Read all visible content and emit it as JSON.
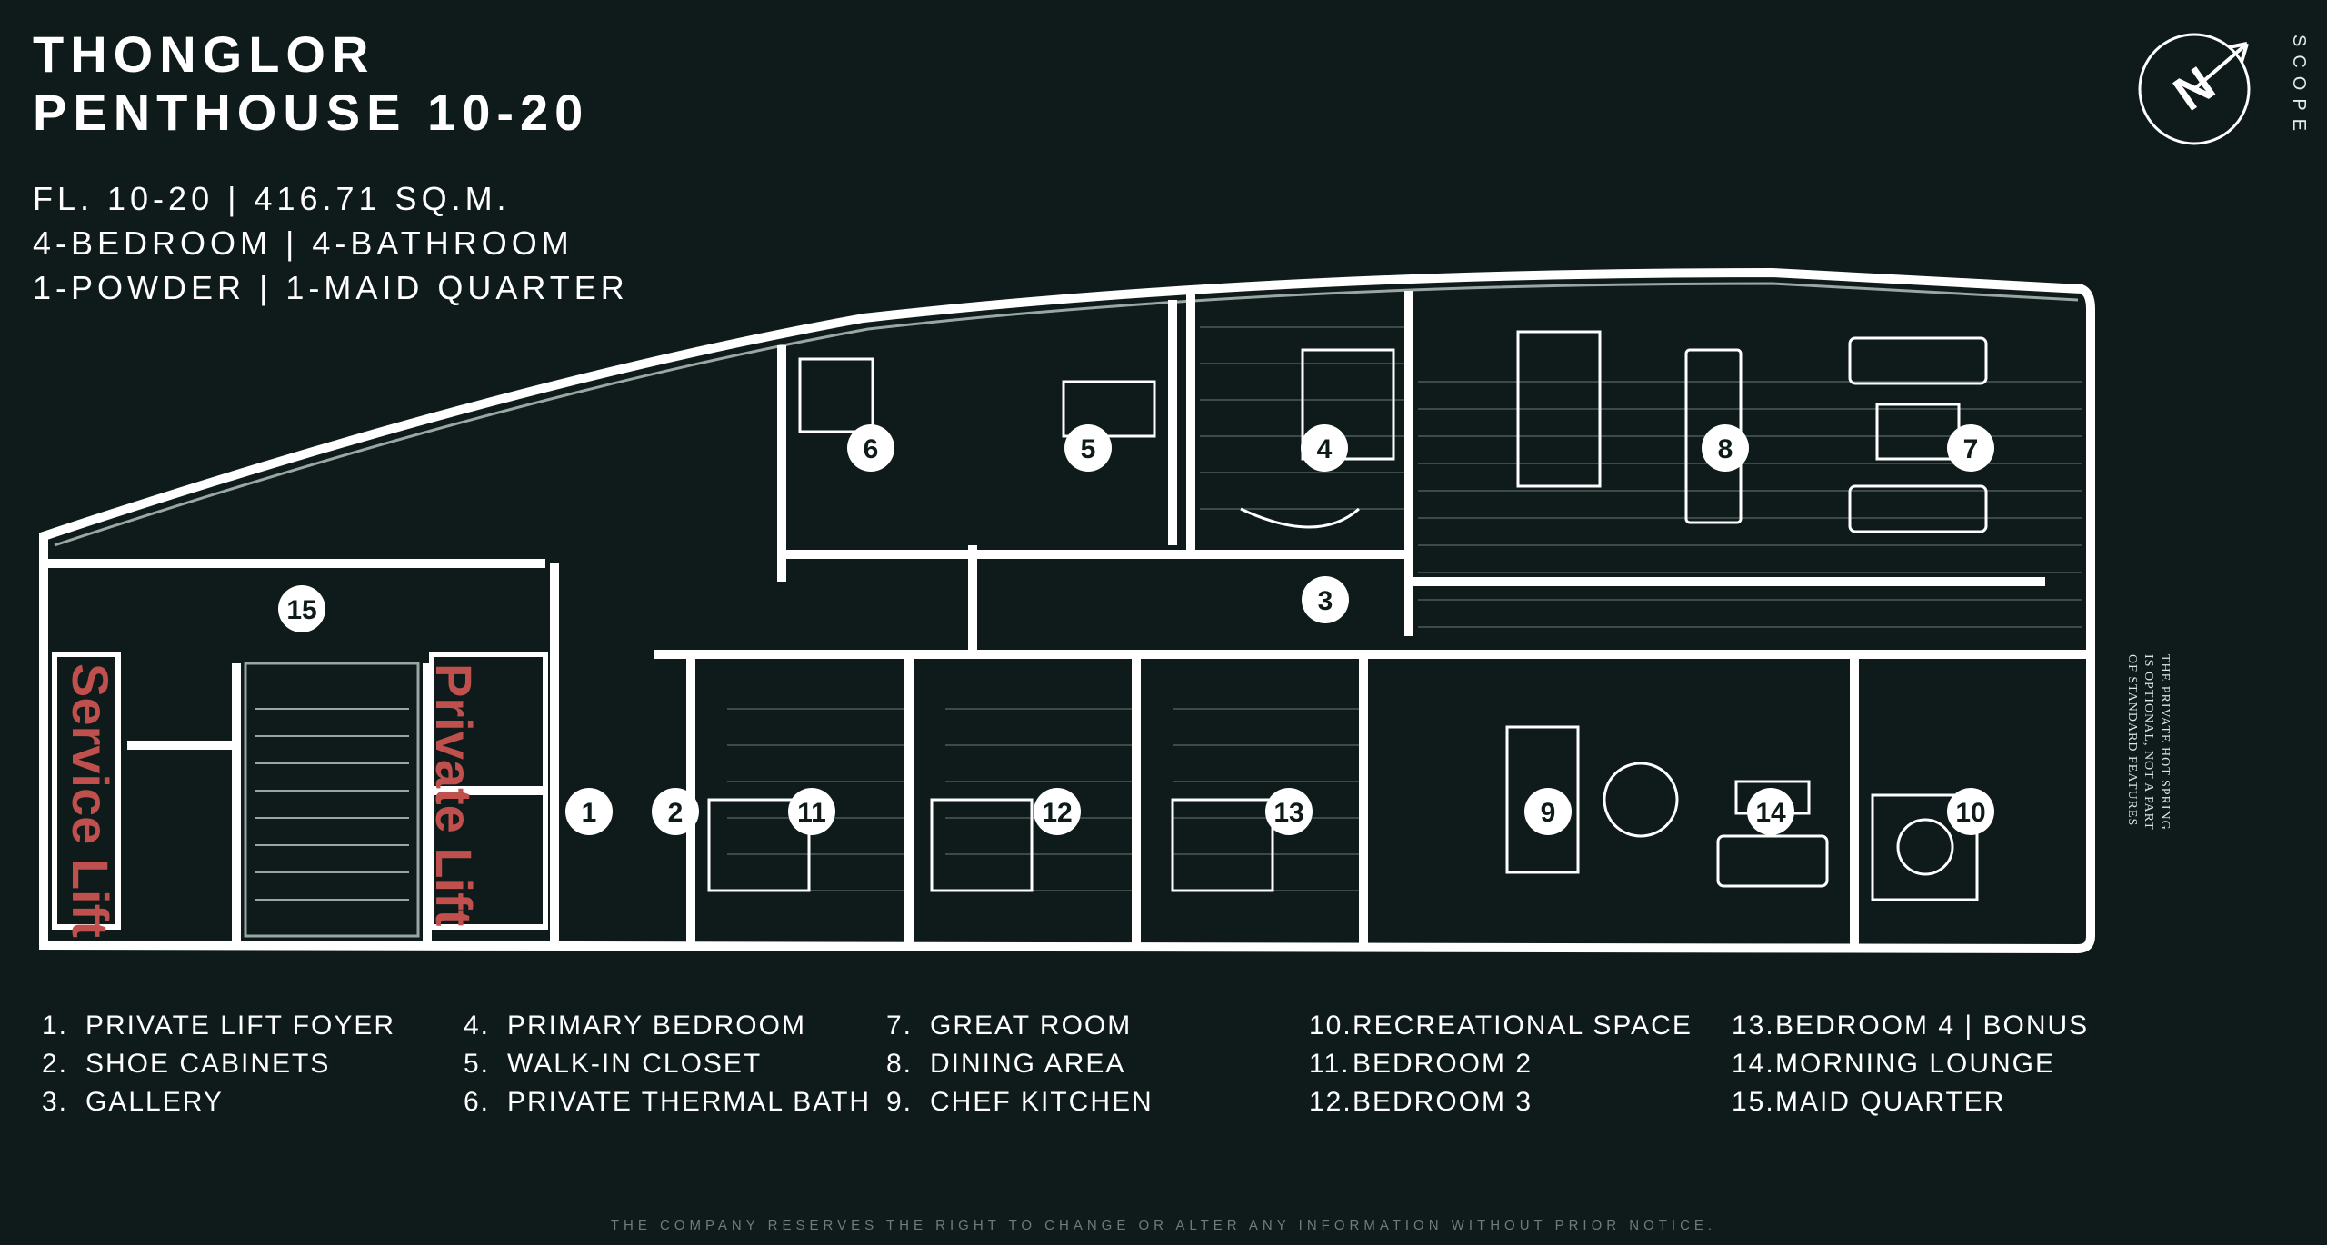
{
  "title": {
    "line1": "THONGLOR",
    "line2": "PENTHOUSE 10-20"
  },
  "specs": {
    "line1": "FL. 10-20 | 416.71 SQ.M.",
    "line2": "4-BEDROOM | 4-BATHROOM",
    "line3": "1-POWDER | 1-MAID QUARTER"
  },
  "brand": "SCOPE",
  "compass_letter": "N",
  "lift_labels": {
    "service": "Service Lift",
    "private": "Private Lift"
  },
  "room_badges": [
    "1",
    "2",
    "3",
    "4",
    "5",
    "6",
    "7",
    "8",
    "9",
    "10",
    "11",
    "12",
    "13",
    "14",
    "15"
  ],
  "legend": {
    "col1": [
      {
        "num": "1.",
        "label": "PRIVATE LIFT FOYER"
      },
      {
        "num": "2.",
        "label": "SHOE CABINETS"
      },
      {
        "num": "3.",
        "label": "GALLERY"
      }
    ],
    "col2": [
      {
        "num": "4.",
        "label": "PRIMARY BEDROOM"
      },
      {
        "num": "5.",
        "label": "WALK-IN CLOSET"
      },
      {
        "num": "6.",
        "label": "PRIVATE THERMAL BATH"
      }
    ],
    "col3": [
      {
        "num": "7.",
        "label": "GREAT ROOM"
      },
      {
        "num": "8.",
        "label": "DINING AREA"
      },
      {
        "num": "9.",
        "label": "CHEF KITCHEN"
      }
    ],
    "col4": [
      {
        "num": "10.",
        "label": "RECREATIONAL SPACE"
      },
      {
        "num": "11.",
        "label": "BEDROOM 2"
      },
      {
        "num": "12.",
        "label": "BEDROOM 3"
      }
    ],
    "col5": [
      {
        "num": "13.",
        "label": "BEDROOM 4 | BONUS"
      },
      {
        "num": "14.",
        "label": "MORNING LOUNGE"
      },
      {
        "num": "15.",
        "label": "MAID QUARTER"
      }
    ]
  },
  "side_note": {
    "line1": "THE PRIVATE HOT SPRING",
    "line2": "IS OPTIONAL, NOT A PART",
    "line3": "OF STANDARD FEATURES"
  },
  "disclaimer": "THE COMPANY RESERVES THE RIGHT TO CHANGE OR ALTER ANY INFORMATION WITHOUT PRIOR NOTICE.",
  "colors": {
    "background": "#0e1b1a",
    "walls": "#ffffff",
    "lift_label": "#c0504d",
    "line": "#9aa6a4"
  }
}
